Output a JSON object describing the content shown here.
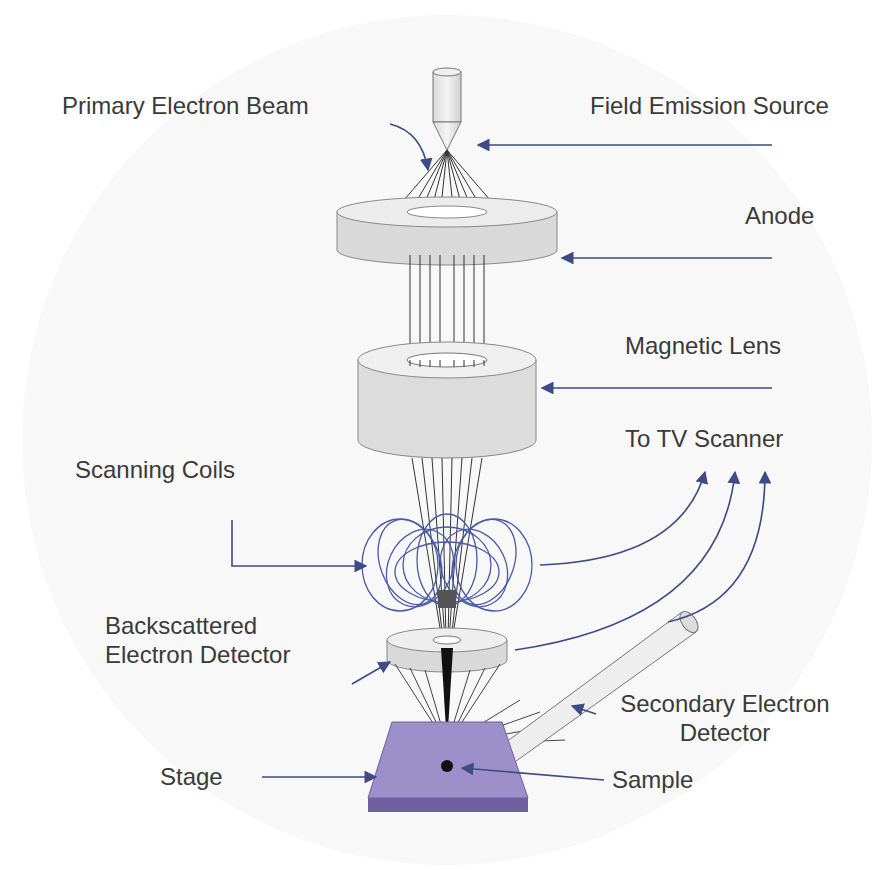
{
  "diagram": {
    "labels": [
      "Field Emission Source",
      "Primary Electron Beam",
      "Anode",
      "Magnetic Lens",
      "To TV Scanner",
      "Scanning Coils",
      "Backscattered Electron Detector",
      "Secondary Electron Detector",
      "Stage",
      "Sample"
    ]
  }
}
